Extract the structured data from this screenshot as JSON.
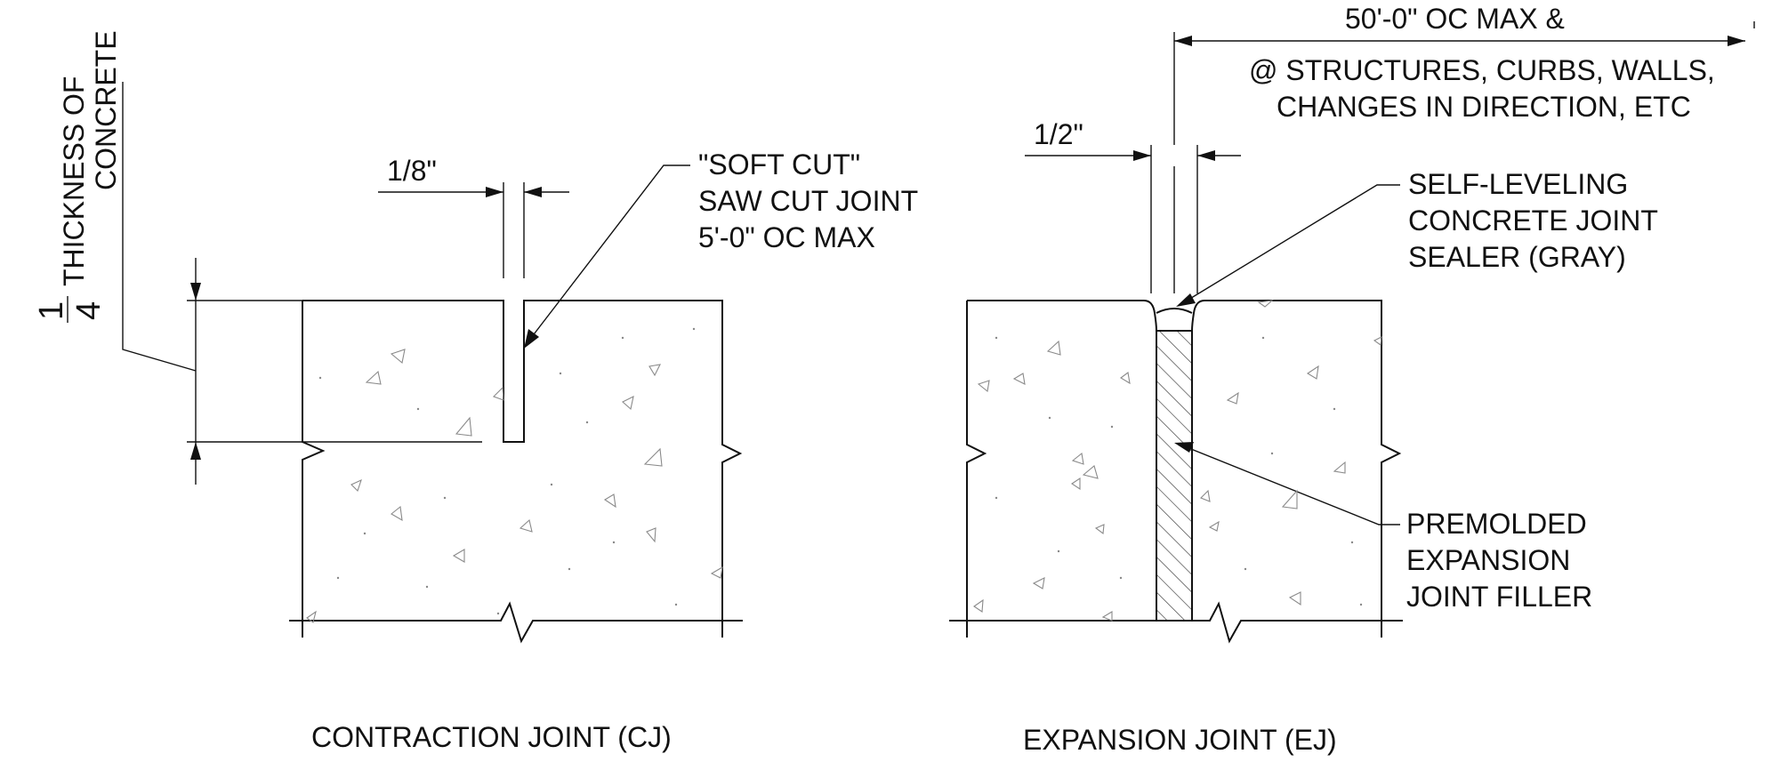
{
  "contraction_joint": {
    "caption": "CONTRACTION JOINT (CJ)",
    "dimension_width": "1/8\"",
    "depth_fraction_numerator": "1",
    "depth_fraction_denominator": "4",
    "depth_label_line1": "THICKNESS OF",
    "depth_label_line2": "CONCRETE",
    "callout_line1": "\"SOFT CUT\"",
    "callout_line2": "SAW CUT JOINT",
    "callout_line3": "5'-0\" OC MAX"
  },
  "expansion_joint": {
    "caption": "EXPANSION JOINT (EJ)",
    "dimension_width": "1/2\"",
    "spacing_line1": "50'-0\" OC MAX &",
    "spacing_line2": "@ STRUCTURES, CURBS, WALLS,",
    "spacing_line3": "CHANGES IN DIRECTION, ETC",
    "sealer_line1": "SELF-LEVELING",
    "sealer_line2": "CONCRETE JOINT",
    "sealer_line3": "SEALER (GRAY)",
    "filler_line1": "PREMOLDED",
    "filler_line2": "EXPANSION",
    "filler_line3": "JOINT FILLER"
  },
  "colors": {
    "line": "#111111",
    "aggregate": "#8a8a8a",
    "background": "#ffffff"
  }
}
